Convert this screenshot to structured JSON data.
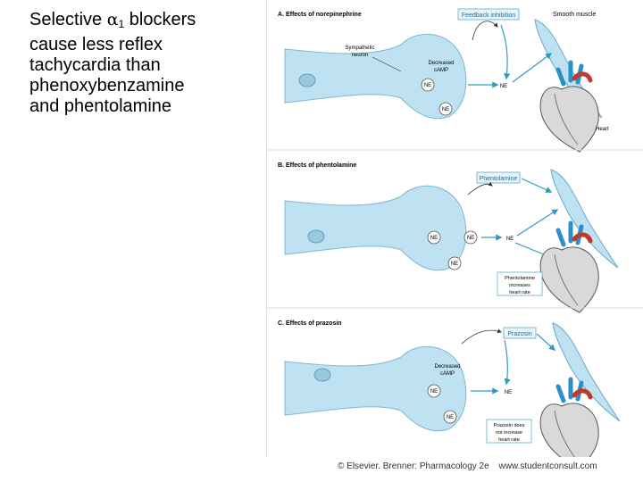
{
  "slide": {
    "lines": [
      "Selective ",
      " blockers",
      "cause less reflex",
      "tachycardia than",
      "phenoxybenzamine",
      "and phentolamine"
    ],
    "alpha": "α",
    "alpha_sub": "1"
  },
  "panels": [
    {
      "title": "A. Effects of norepinephrine",
      "box_label": "Feedback inhibition",
      "smooth_muscle": "Smooth muscle",
      "sympathetic_1": "Sympathetic",
      "sympathetic_2": "neuron",
      "camp_1": "Decreased",
      "camp_2": "cAMP",
      "ne": "NE",
      "heart": "Heart"
    },
    {
      "title": "B. Effects of phentolamine",
      "box_label": "Phentolamine",
      "ne": "NE",
      "note_1": "Phentolamine",
      "note_2": "increases",
      "note_3": "heart rate"
    },
    {
      "title": "C. Effects of prazosin",
      "box_label": "Prazosin",
      "camp_1": "Decreased",
      "camp_2": "cAMP",
      "ne": "NE",
      "note_1": "Prazosin does",
      "note_2": "not increase",
      "note_3": "heart rate"
    }
  ],
  "footer": {
    "copyright": "© Elsevier. Brenner: Pharmacology 2e",
    "site": "www.studentconsult.com"
  },
  "colors": {
    "cell": "#bfe2f2",
    "cell_stroke": "#7fb7d4",
    "arrow": "#2e9bc4",
    "heart_red": "#c0392b",
    "heart_blue": "#2b8fc9"
  }
}
